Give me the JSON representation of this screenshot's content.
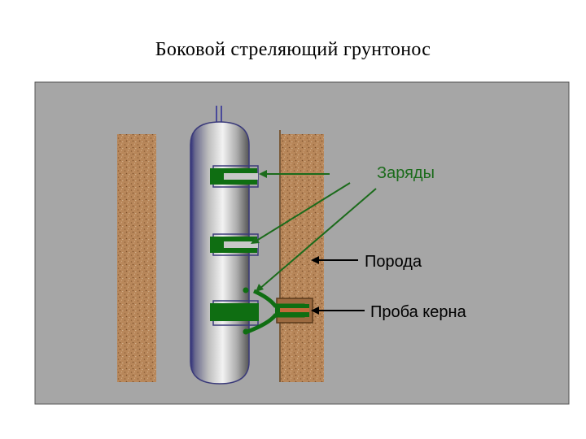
{
  "title": "Боковой стреляющий грунтонос",
  "labels": {
    "charges": "Заряды",
    "rock": "Порода",
    "core_sample": "Проба керна"
  },
  "colors": {
    "panel_background": "#a6a6a6",
    "rock": "#b8875a",
    "charge": "#0f6e12",
    "charges_label": "#1b6b1b",
    "text": "#000000"
  }
}
